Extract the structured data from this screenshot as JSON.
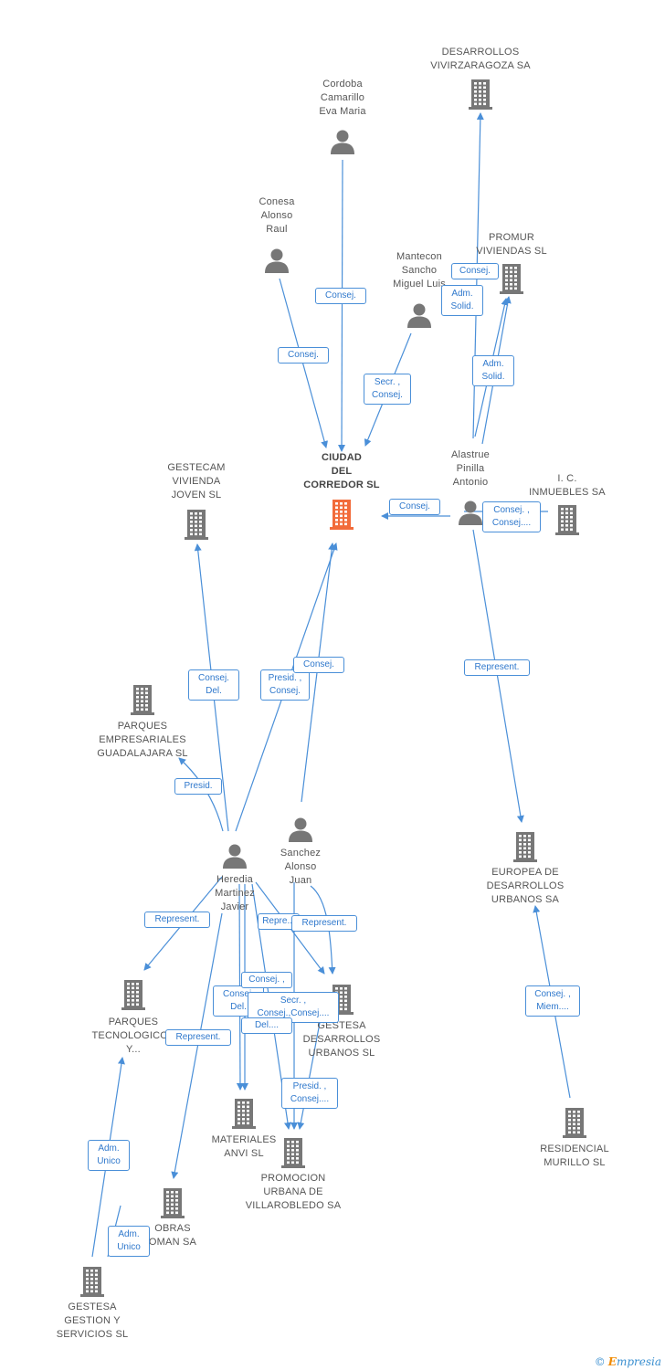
{
  "colors": {
    "edge": "#4a8fd8",
    "node": "#777777",
    "highlight": "#f26b3a",
    "label_border": "#4a8fd8"
  },
  "nodes": [
    {
      "id": "desarrollos_vivirzaragoza",
      "type": "company",
      "lines": [
        "DESARROLLOS",
        "VIVIRZARAGOZA SA"
      ],
      "icon": "building-icon"
    },
    {
      "id": "cordoba",
      "type": "person",
      "lines": [
        "Cordoba",
        "Camarillo",
        "Eva Maria"
      ],
      "icon": "person-icon"
    },
    {
      "id": "conesa",
      "type": "person",
      "lines": [
        "Conesa",
        "Alonso",
        "Raul"
      ],
      "icon": "person-icon"
    },
    {
      "id": "mantecon",
      "type": "person",
      "lines": [
        "Mantecon",
        "Sancho",
        "Miguel Luis"
      ],
      "icon": "person-icon"
    },
    {
      "id": "promur",
      "type": "company",
      "lines": [
        "PROMUR",
        "VIVIENDAS SL"
      ],
      "icon": "building-icon"
    },
    {
      "id": "ciudad",
      "type": "company",
      "lines": [
        "CIUDAD",
        "DEL",
        "CORREDOR SL"
      ],
      "icon": "building-icon",
      "highlight": true
    },
    {
      "id": "alastrue",
      "type": "person",
      "lines": [
        "Alastrue",
        "Pinilla",
        "Antonio"
      ],
      "icon": "person-icon"
    },
    {
      "id": "ic_inmuebles",
      "type": "company",
      "lines": [
        "I. C.",
        "INMUEBLES SA"
      ],
      "icon": "building-icon"
    },
    {
      "id": "gestecam",
      "type": "company",
      "lines": [
        "GESTECAM",
        "VIVIENDA",
        "JOVEN SL"
      ],
      "icon": "building-icon"
    },
    {
      "id": "parques_emp",
      "type": "company",
      "lines": [
        "PARQUES",
        "EMPRESARIALES",
        "GUADALAJARA SL"
      ],
      "icon": "building-icon"
    },
    {
      "id": "heredia",
      "type": "person",
      "lines": [
        "Heredia",
        "Martinez",
        "Javier"
      ],
      "icon": "person-icon"
    },
    {
      "id": "sanchez",
      "type": "person",
      "lines": [
        "Sanchez",
        "Alonso",
        "Juan"
      ],
      "icon": "person-icon"
    },
    {
      "id": "europea",
      "type": "company",
      "lines": [
        "EUROPEA DE",
        "DESARROLLOS",
        "URBANOS SA"
      ],
      "icon": "building-icon"
    },
    {
      "id": "parques_tec",
      "type": "company",
      "lines": [
        "PARQUES",
        "TECNOLOGICOS",
        "Y..."
      ],
      "icon": "building-icon"
    },
    {
      "id": "gestesa_des",
      "type": "company",
      "lines": [
        "GESTESA",
        "DESARROLLOS",
        "URBANOS SL"
      ],
      "icon": "building-icon"
    },
    {
      "id": "materiales",
      "type": "company",
      "lines": [
        "MATERIALES",
        "ANVI SL"
      ],
      "icon": "building-icon"
    },
    {
      "id": "promocion",
      "type": "company",
      "lines": [
        "PROMOCION",
        "URBANA DE",
        "VILLAROBLEDO SA"
      ],
      "icon": "building-icon"
    },
    {
      "id": "residencial",
      "type": "company",
      "lines": [
        "RESIDENCIAL",
        "MURILLO SL"
      ],
      "icon": "building-icon"
    },
    {
      "id": "obras",
      "type": "company",
      "lines": [
        "OBRAS",
        "OMAN SA"
      ],
      "icon": "building-icon"
    },
    {
      "id": "gestesa_gest",
      "type": "company",
      "lines": [
        "GESTESA",
        "GESTION Y",
        "SERVICIOS SL"
      ],
      "icon": "building-icon"
    }
  ],
  "edges": [
    {
      "label": [
        "Consej."
      ]
    },
    {
      "label": [
        "Consej."
      ]
    },
    {
      "label": [
        "Secr. ,",
        "Consej."
      ]
    },
    {
      "label": [
        "Consej."
      ]
    },
    {
      "label": [
        "Adm.",
        "Solid."
      ]
    },
    {
      "label": [
        "Adm.",
        "Solid."
      ]
    },
    {
      "label": [
        "Consej."
      ]
    },
    {
      "label": [
        "Consej. ,",
        "Consej...."
      ]
    },
    {
      "label": [
        "Represent."
      ]
    },
    {
      "label": [
        "Consej.",
        "Del."
      ]
    },
    {
      "label": [
        "Presid. ,",
        "Consej."
      ]
    },
    {
      "label": [
        "Consej."
      ]
    },
    {
      "label": [
        "Presid."
      ]
    },
    {
      "label": [
        "Represent."
      ]
    },
    {
      "label": [
        "Repre..."
      ]
    },
    {
      "label": [
        "Represent."
      ]
    },
    {
      "label": [
        "Consej.",
        "Del."
      ]
    },
    {
      "label": [
        "Consej. ,"
      ]
    },
    {
      "label": [
        "Secr. ,",
        "Consej.,Consej...."
      ]
    },
    {
      "label": [
        "Del...."
      ]
    },
    {
      "label": [
        "Represent."
      ]
    },
    {
      "label": [
        "Presid. ,",
        "Consej...."
      ]
    },
    {
      "label": [
        "Consej. ,",
        "Miem...."
      ]
    },
    {
      "label": [
        "Adm.",
        "Unico"
      ]
    },
    {
      "label": [
        "Adm.",
        "Unico"
      ]
    }
  ],
  "brand": {
    "copyright": "©",
    "name_first": "E",
    "name_rest": "mpresia"
  }
}
